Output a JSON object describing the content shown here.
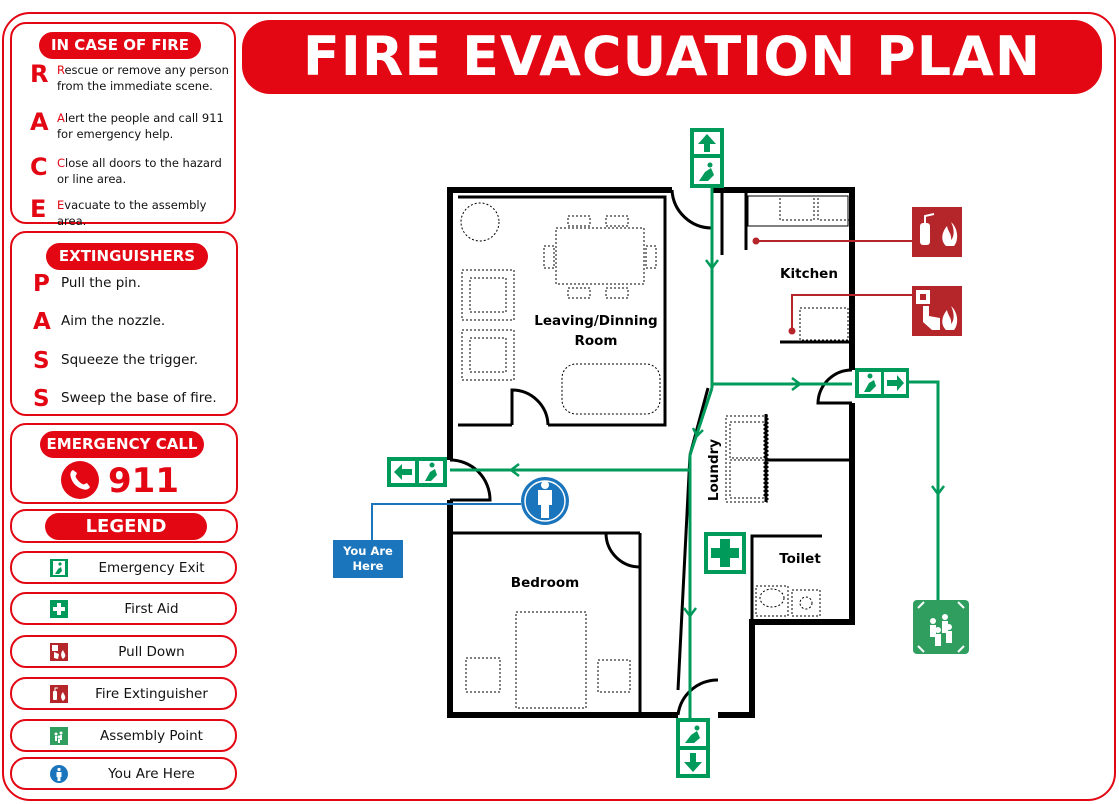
{
  "title": "FIRE EVACUATION PLAN",
  "in_case_of_fire": {
    "heading": "IN CASE OF FIRE",
    "steps": [
      {
        "letter": "R",
        "lead": "R",
        "rest": "escue or remove any person",
        "line2": "from the immediate scene."
      },
      {
        "letter": "A",
        "lead": "A",
        "rest": "lert the people and call 911",
        "line2": "for emergency help."
      },
      {
        "letter": "C",
        "lead": "C",
        "rest": "lose all doors to the hazard",
        "line2": "or line area."
      },
      {
        "letter": "E",
        "lead": "E",
        "rest": "vacuate to the assembly area.",
        "line2": ""
      }
    ]
  },
  "extinguishers": {
    "heading": "EXTINGUISHERS",
    "steps": [
      {
        "letter": "P",
        "text": "Pull the pin."
      },
      {
        "letter": "A",
        "text": "Aim the nozzle."
      },
      {
        "letter": "S",
        "text": "Squeeze the trigger."
      },
      {
        "letter": "S",
        "text": "Sweep the base of fire."
      }
    ]
  },
  "emergency_call": {
    "heading": "EMERGENCY CALL",
    "number": "911"
  },
  "legend": {
    "heading": "LEGEND",
    "items": [
      {
        "icon": "emergency-exit-icon",
        "label": "Emergency Exit"
      },
      {
        "icon": "first-aid-icon",
        "label": "First Aid"
      },
      {
        "icon": "pull-down-icon",
        "label": "Pull Down"
      },
      {
        "icon": "fire-extinguisher-icon",
        "label": "Fire Extinguisher"
      },
      {
        "icon": "assembly-point-icon",
        "label": "Assembly Point"
      },
      {
        "icon": "you-are-here-icon",
        "label": "You Are Here"
      }
    ]
  },
  "rooms": {
    "living": [
      "Leaving/Dinning",
      "Room"
    ],
    "kitchen": "Kitchen",
    "laundry": "Loundry",
    "toilet": "Toilet",
    "bedroom": "Bedroom"
  },
  "you_are_here": [
    "You Are",
    "Here"
  ],
  "colors": {
    "red": "#e30613",
    "green": "#009a5a",
    "blue": "#1a75bc",
    "dark_red": "#b5262b"
  }
}
